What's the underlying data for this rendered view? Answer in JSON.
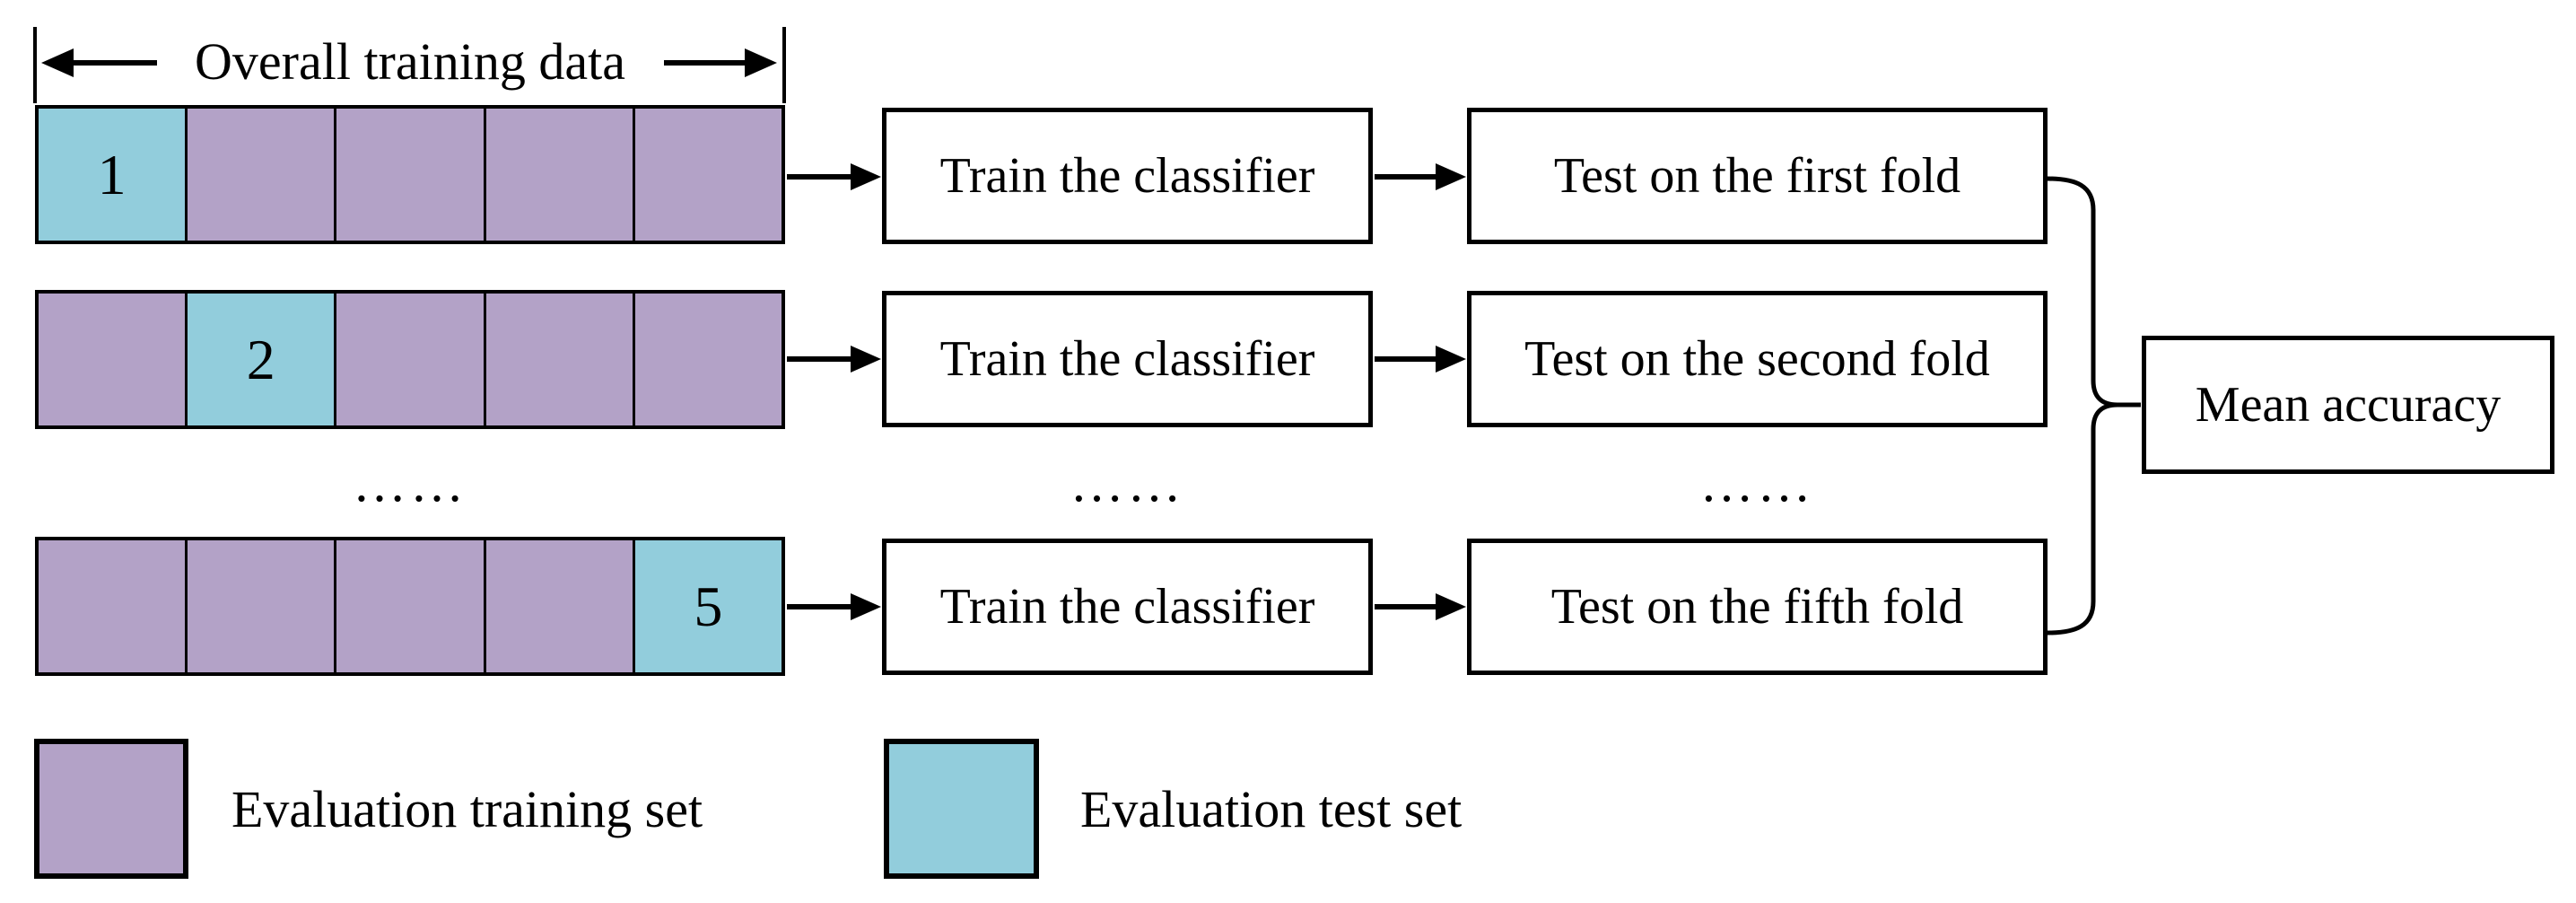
{
  "measure": {
    "label": "Overall training data"
  },
  "colors": {
    "train_fill": "#b3a2c7",
    "test_fill": "#92cddc",
    "line": "#000000"
  },
  "rows": [
    {
      "cells": [
        {
          "type": "test",
          "label": "1"
        },
        {
          "type": "train",
          "label": ""
        },
        {
          "type": "train",
          "label": ""
        },
        {
          "type": "train",
          "label": ""
        },
        {
          "type": "train",
          "label": ""
        }
      ],
      "train_label": "Train the classifier",
      "test_label": "Test on the first fold"
    },
    {
      "cells": [
        {
          "type": "train",
          "label": ""
        },
        {
          "type": "test",
          "label": "2"
        },
        {
          "type": "train",
          "label": ""
        },
        {
          "type": "train",
          "label": ""
        },
        {
          "type": "train",
          "label": ""
        }
      ],
      "train_label": "Train the classifier",
      "test_label": "Test on the second fold"
    },
    {
      "cells": [
        {
          "type": "train",
          "label": ""
        },
        {
          "type": "train",
          "label": ""
        },
        {
          "type": "train",
          "label": ""
        },
        {
          "type": "train",
          "label": ""
        },
        {
          "type": "test",
          "label": "5"
        }
      ],
      "train_label": "Train the classifier",
      "test_label": "Test on the fifth fold"
    }
  ],
  "ellipsis": "……",
  "mean_box": {
    "label": "Mean accuracy"
  },
  "legend": [
    {
      "swatch": "train",
      "label": "Evaluation training set"
    },
    {
      "swatch": "test",
      "label": "Evaluation test set"
    }
  ]
}
